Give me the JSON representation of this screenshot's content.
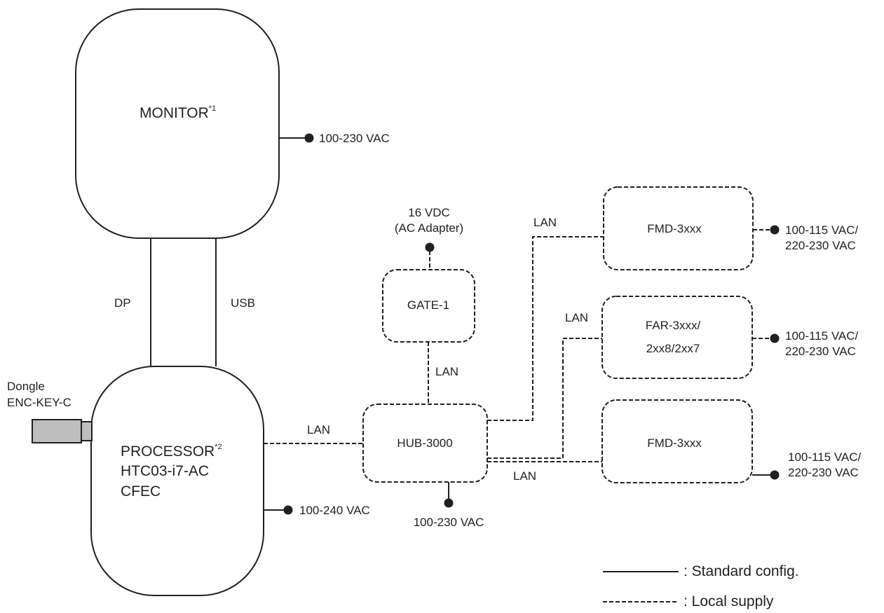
{
  "monitor": {
    "label": "MONITOR",
    "note": "*1",
    "power": "100-230 VAC"
  },
  "processor": {
    "label": "PROCESSOR",
    "note": "*2",
    "model": "HTC03-i7-AC",
    "option": "CFEC",
    "power": "100-240 VAC",
    "dongle_title": "Dongle",
    "dongle_model": "ENC-KEY-C"
  },
  "links": {
    "dp": "DP",
    "usb": "USB",
    "lan_processor_hub": "LAN",
    "lan_hub_gate": "LAN",
    "lan_hub_fmd_top": "LAN",
    "lan_hub_far": "LAN",
    "lan_hub_fmd_bottom": "LAN"
  },
  "gate": {
    "label": "GATE-1",
    "power_line1": "16 VDC",
    "power_line2": "(AC Adapter)"
  },
  "hub": {
    "label": "HUB-3000",
    "power": "100-230 VAC"
  },
  "fmd_top": {
    "label": "FMD-3xxx",
    "power_line1": "100-115 VAC/",
    "power_line2": "220-230 VAC"
  },
  "far": {
    "label_line1": "FAR-3xxx/",
    "label_line2": "2xx8/2xx7",
    "power_line1": "100-115 VAC/",
    "power_line2": "220-230 VAC"
  },
  "fmd_bottom": {
    "label": "FMD-3xxx",
    "power_line1": "100-115 VAC/",
    "power_line2": "220-230 VAC"
  },
  "legend": {
    "standard": ": Standard config.",
    "local": ": Local supply"
  }
}
